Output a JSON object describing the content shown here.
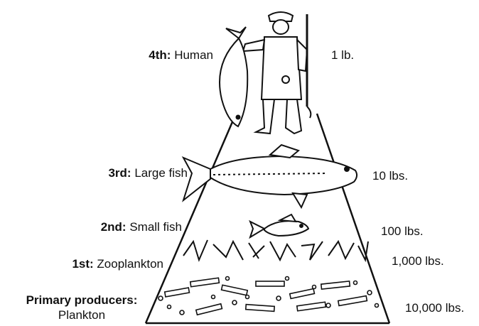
{
  "levels": [
    {
      "rank": "4th:",
      "name": "Human",
      "amount": "1 lb."
    },
    {
      "rank": "3rd:",
      "name": "Large fish",
      "amount": "10 lbs."
    },
    {
      "rank": "2nd:",
      "name": "Small fish",
      "amount": "100 lbs."
    },
    {
      "rank": "1st:",
      "name": "Zooplankton",
      "amount": "1,000 lbs."
    },
    {
      "rank": "Primary producers:",
      "name": "Plankton",
      "amount": "10,000 lbs."
    }
  ]
}
